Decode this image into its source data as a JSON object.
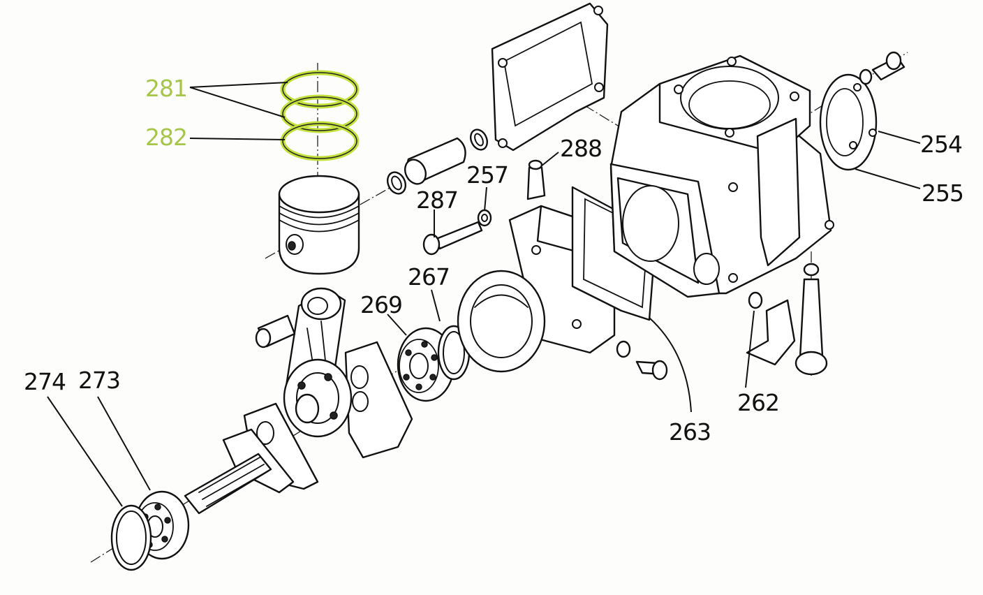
{
  "labels": [
    {
      "id": "281",
      "text": "281",
      "highlighted": true
    },
    {
      "id": "282",
      "text": "282",
      "highlighted": true
    },
    {
      "id": "287",
      "text": "287",
      "highlighted": false
    },
    {
      "id": "257",
      "text": "257",
      "highlighted": false
    },
    {
      "id": "288",
      "text": "288",
      "highlighted": false
    },
    {
      "id": "254",
      "text": "254",
      "highlighted": false
    },
    {
      "id": "255",
      "text": "255",
      "highlighted": false
    },
    {
      "id": "267",
      "text": "267",
      "highlighted": false
    },
    {
      "id": "269",
      "text": "269",
      "highlighted": false
    },
    {
      "id": "274",
      "text": "274",
      "highlighted": false
    },
    {
      "id": "273",
      "text": "273",
      "highlighted": false
    },
    {
      "id": "263",
      "text": "263",
      "highlighted": false
    },
    {
      "id": "262",
      "text": "262",
      "highlighted": false
    }
  ],
  "colors": {
    "highlight_ring": "#c2e13b",
    "highlight_text": "#a6c64a",
    "line": "#111111",
    "paper": "#fdfdfc"
  }
}
